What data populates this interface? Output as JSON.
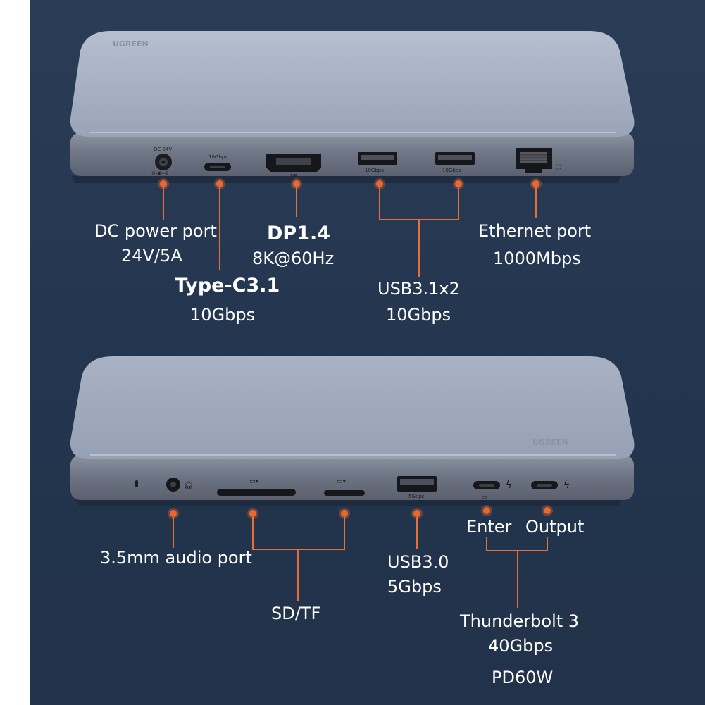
{
  "top_device": {
    "logo_text": "UGREEN",
    "port_marks": {
      "dc": "DC 24V",
      "typec": "10Gbps",
      "dp": "DP",
      "usb_a1": "10Gbps",
      "usb_a2": "10Gbps"
    },
    "callouts": {
      "dc_title": "DC power port",
      "dc_spec": "24V/5A",
      "typec_title": "Type-C3.1",
      "typec_spec": "10Gbps",
      "dp_title": "DP1.4",
      "dp_spec": "8K@60Hz",
      "usb_title": "USB3.1x2",
      "usb_spec": "10Gbps",
      "eth_title": "Ethernet port",
      "eth_spec": "1000Mbps"
    }
  },
  "bottom_device": {
    "logo_text": "UGREEN",
    "port_marks": {
      "usb30": "5Gbps"
    },
    "callouts": {
      "audio": "3.5mm audio port",
      "sdtf": "SD/TF",
      "usb30_title": "USB3.0",
      "usb30_spec": "5Gbps",
      "tb_enter": "Enter",
      "tb_output": "Output",
      "tb_title": "Thunderbolt 3",
      "tb_spec": "40Gbps",
      "tb_pd": "PD60W"
    }
  },
  "colors": {
    "background": "#243650",
    "device_top": "#a9b3c6",
    "device_side": "#7f8796",
    "callout": "#e8682f",
    "text": "#ffffff"
  }
}
